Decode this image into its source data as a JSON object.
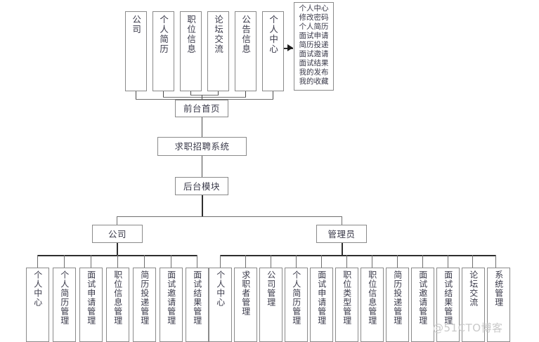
{
  "diagram": {
    "title": "求职招聘系统",
    "watermark": "@51CTO博客",
    "root": {
      "label": "求职招聘系统"
    },
    "frontend": {
      "label": "前台首页",
      "modules": [
        {
          "label": "公司"
        },
        {
          "label": "个人简历"
        },
        {
          "label": "职位信息"
        },
        {
          "label": "论坛交流"
        },
        {
          "label": "公告信息"
        },
        {
          "label": "个人中心"
        }
      ],
      "detail_panel": {
        "items": [
          "个人中心",
          "修改密码",
          "个人简历",
          "面试申请",
          "简历投递",
          "面试邀请",
          "面试结果",
          "我的发布",
          "我的收藏"
        ]
      }
    },
    "backend": {
      "label": "后台模块",
      "roles": [
        {
          "label": "公司",
          "items": [
            {
              "label": "个人中心"
            },
            {
              "label": "个人简历管理"
            },
            {
              "label": "面试申请管理"
            },
            {
              "label": "职位信息管理"
            },
            {
              "label": "简历投递管理"
            },
            {
              "label": "面试邀请管理"
            },
            {
              "label": "面试结果管理"
            }
          ]
        },
        {
          "label": "管理员",
          "items": [
            {
              "label": "个人中心"
            },
            {
              "label": "求职者管理"
            },
            {
              "label": "公司管理"
            },
            {
              "label": "个人简历管理"
            },
            {
              "label": "面试申请管理"
            },
            {
              "label": "职位类型管理"
            },
            {
              "label": "职位信息管理"
            },
            {
              "label": "简历投递管理"
            },
            {
              "label": "面试邀请管理"
            },
            {
              "label": "面试结果管理"
            },
            {
              "label": "论坛交流"
            },
            {
              "label": "系统管理"
            }
          ]
        }
      ]
    },
    "colors": {
      "box_border": "#8a8a8a",
      "line": "#4a4a4a",
      "text": "#3a3a4a",
      "background": "#ffffff",
      "watermark": "#c9c9c9"
    }
  }
}
